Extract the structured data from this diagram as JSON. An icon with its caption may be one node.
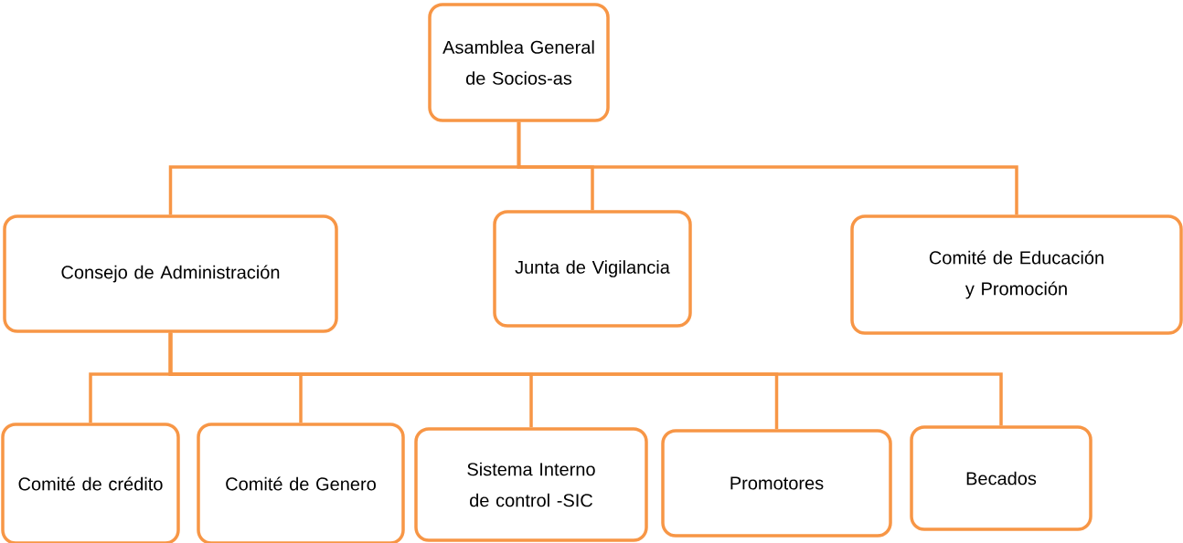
{
  "diagram": {
    "nodes": [
      {
        "text": [
          "Asamblea General de Socios-as"
        ]
      },
      {
        "text": [
          "Consejo de Administración"
        ]
      },
      {
        "text": [
          "Junta de Vigilancia"
        ]
      },
      {
        "text": [
          "Comité de Educación y Promoción"
        ]
      },
      {
        "text": [
          "Comité de crédito"
        ]
      },
      {
        "text": [
          "Comité de Genero"
        ]
      },
      {
        "text": [
          "Sistema Interno de control -SIC"
        ]
      },
      {
        "text": [
          "Promotores"
        ]
      },
      {
        "text": [
          "Becados"
        ]
      }
    ],
    "edges": [
      {
        "from": 0,
        "to": 1,
        "arrow": "none"
      },
      {
        "from": 0,
        "to": 2,
        "arrow": "none"
      },
      {
        "from": 0,
        "to": 3,
        "arrow": "none"
      },
      {
        "from": 1,
        "to": 4,
        "arrow": "none"
      },
      {
        "from": 1,
        "to": 5,
        "arrow": "none"
      },
      {
        "from": 1,
        "to": 6,
        "arrow": "none"
      },
      {
        "from": 1,
        "to": 7,
        "arrow": "none"
      },
      {
        "from": 1,
        "to": 8,
        "arrow": "none"
      }
    ]
  }
}
